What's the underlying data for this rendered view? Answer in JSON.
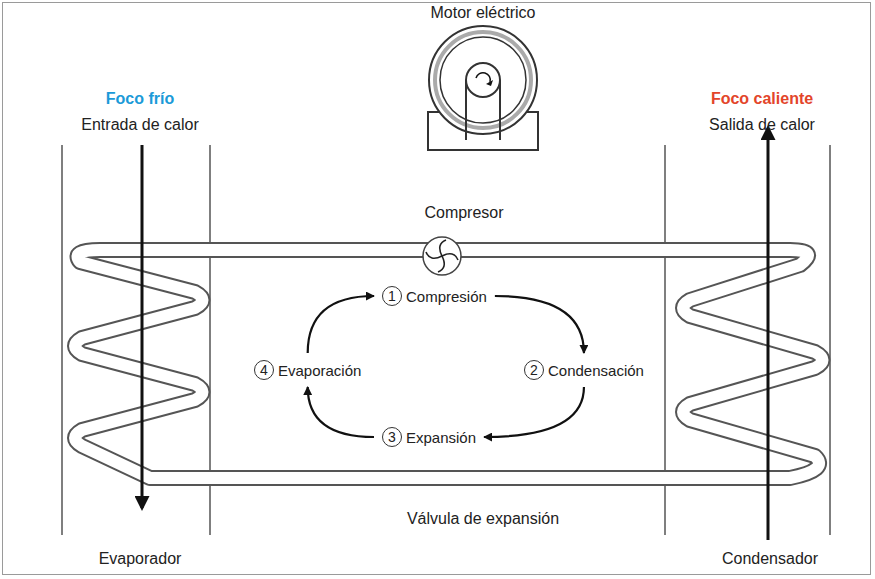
{
  "diagram": {
    "nodes": [
      {
        "text": [
          "1",
          "Compresión"
        ]
      },
      {
        "text": [
          "2",
          "Condensación"
        ]
      },
      {
        "text": [
          "3",
          "Expansión"
        ]
      },
      {
        "text": [
          "4",
          "Evaporación"
        ]
      }
    ],
    "edges": [
      {
        "from": 0,
        "to": 1,
        "arrow": "to"
      },
      {
        "from": 1,
        "to": 2,
        "arrow": "to"
      },
      {
        "from": 2,
        "to": 3,
        "arrow": "to"
      },
      {
        "from": 3,
        "to": 0,
        "arrow": "to"
      }
    ],
    "labels": [
      "Motor eléctrico",
      "Foco frío",
      "Entrada de calor",
      "Compresor",
      "Foco caliente",
      "Salida de calor",
      "Válvula de expansión",
      "Evaporador",
      "Condensador"
    ]
  }
}
